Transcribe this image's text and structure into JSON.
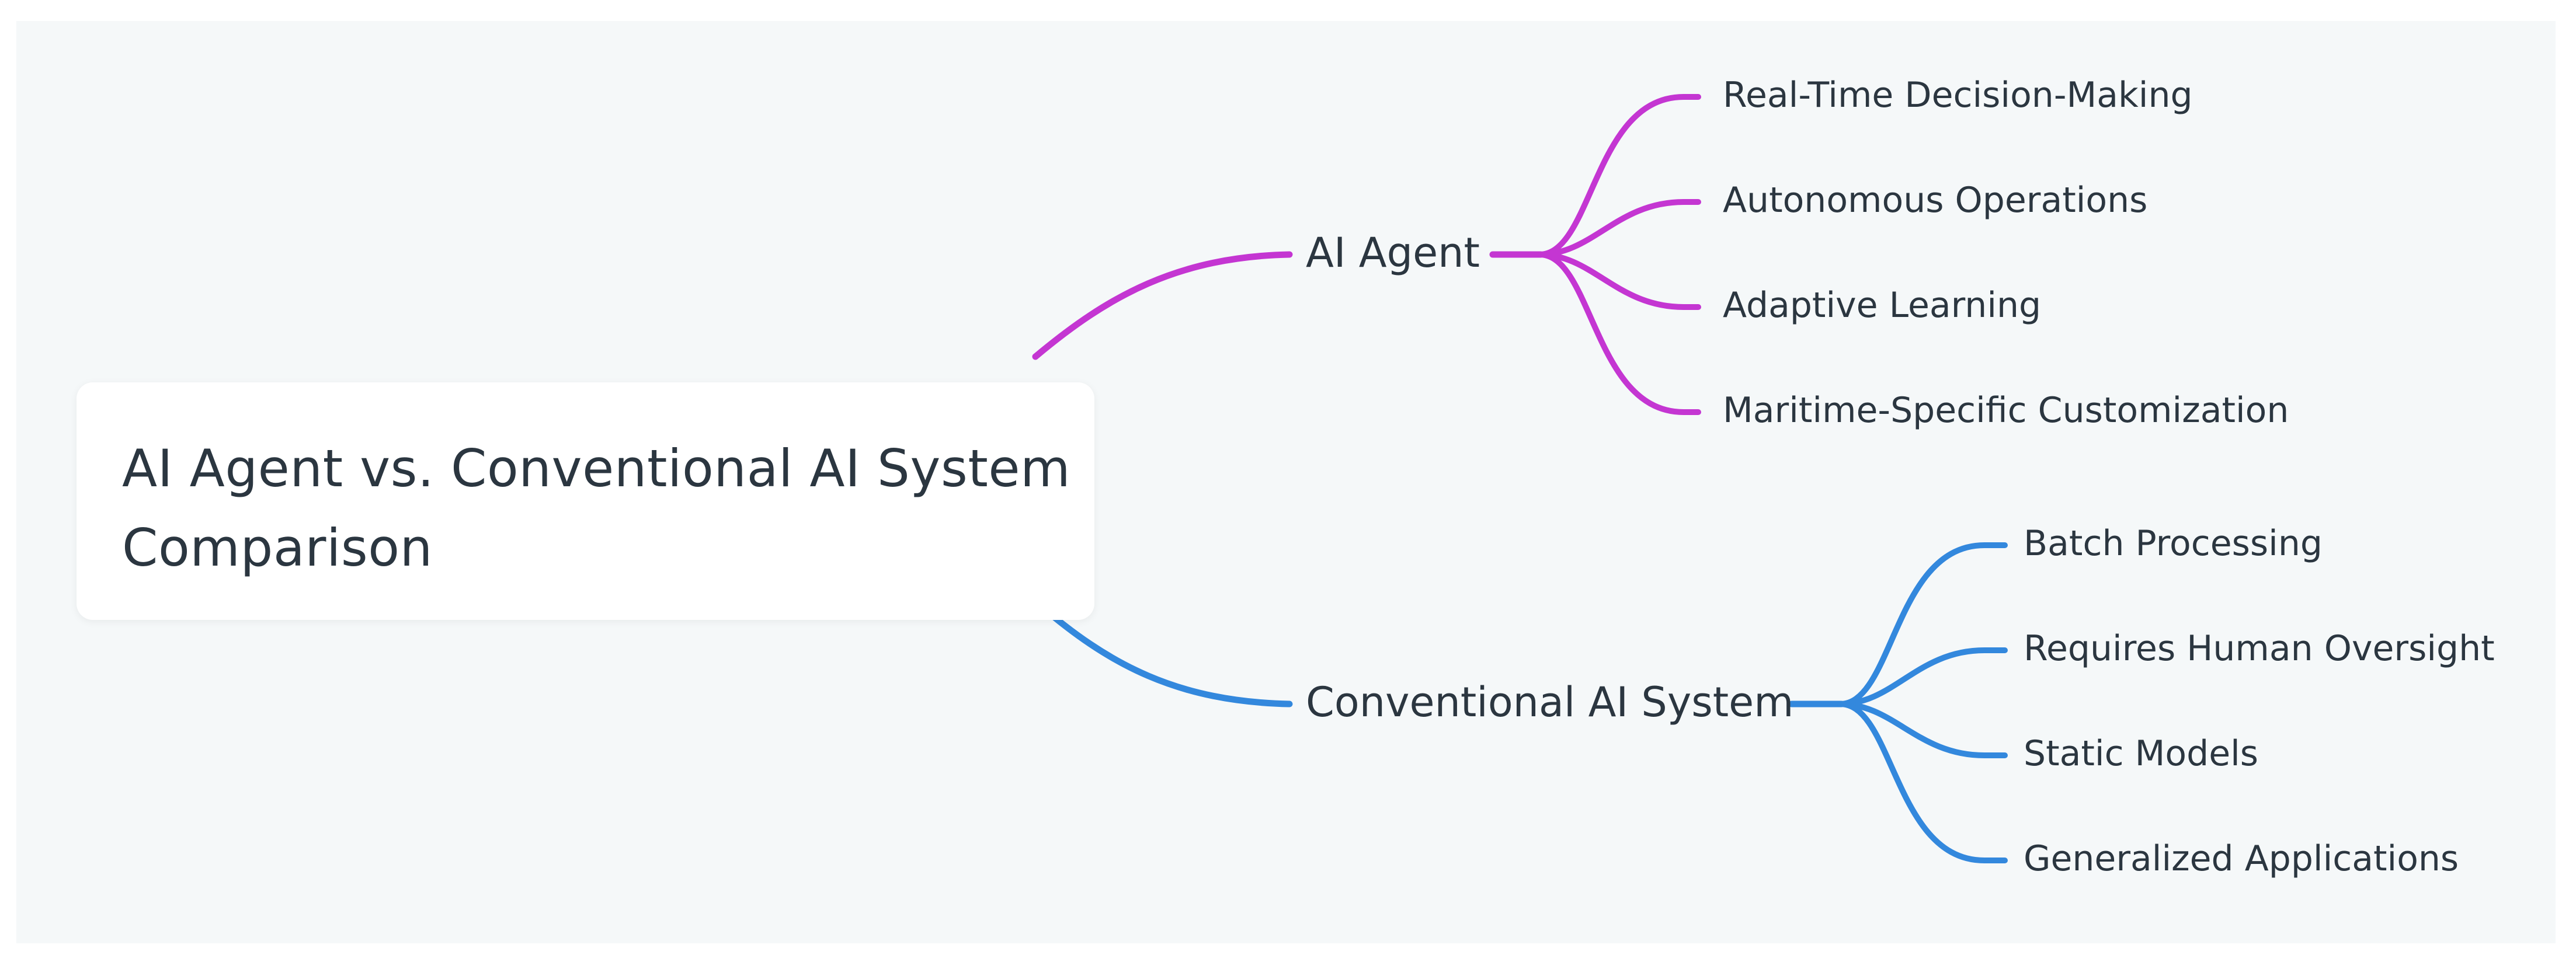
{
  "root": {
    "title": "AI Agent vs. Conventional AI System Comparison"
  },
  "branches": [
    {
      "label": "AI Agent",
      "color": "#c436d2",
      "children": [
        "Real-Time Decision-Making",
        "Autonomous Operations",
        "Adaptive Learning",
        "Maritime-Specific Customization"
      ]
    },
    {
      "label": "Conventional AI System",
      "color": "#3388dd",
      "children": [
        "Batch Processing",
        "Requires Human Oversight",
        "Static Models",
        "Generalized Applications"
      ]
    }
  ]
}
